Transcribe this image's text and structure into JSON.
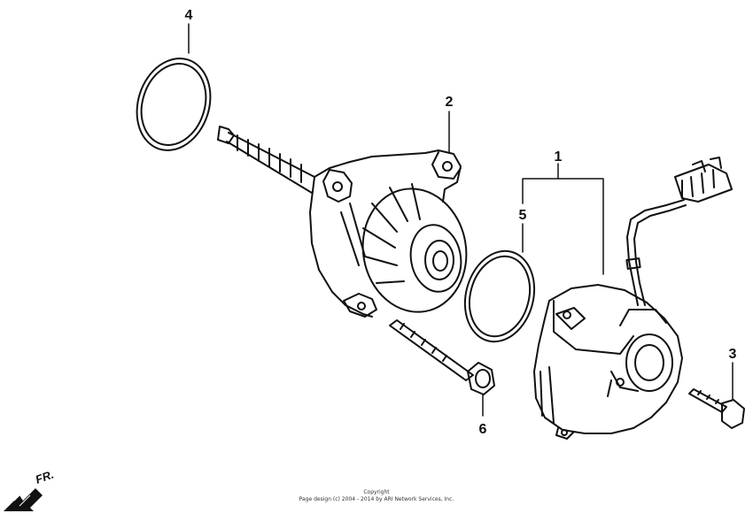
{
  "diagram": {
    "callouts": [
      {
        "id": "4",
        "label": "4"
      },
      {
        "id": "2",
        "label": "2"
      },
      {
        "id": "1",
        "label": "1"
      },
      {
        "id": "5",
        "label": "5"
      },
      {
        "id": "3",
        "label": "3"
      },
      {
        "id": "6",
        "label": "6"
      }
    ],
    "direction_label": "FR.",
    "copyright_line1": "Copyright",
    "copyright_line2": "Page design (c) 2004 - 2014 by ARI Network Services, Inc."
  },
  "colors": {
    "line": "#111111",
    "background": "#ffffff"
  }
}
